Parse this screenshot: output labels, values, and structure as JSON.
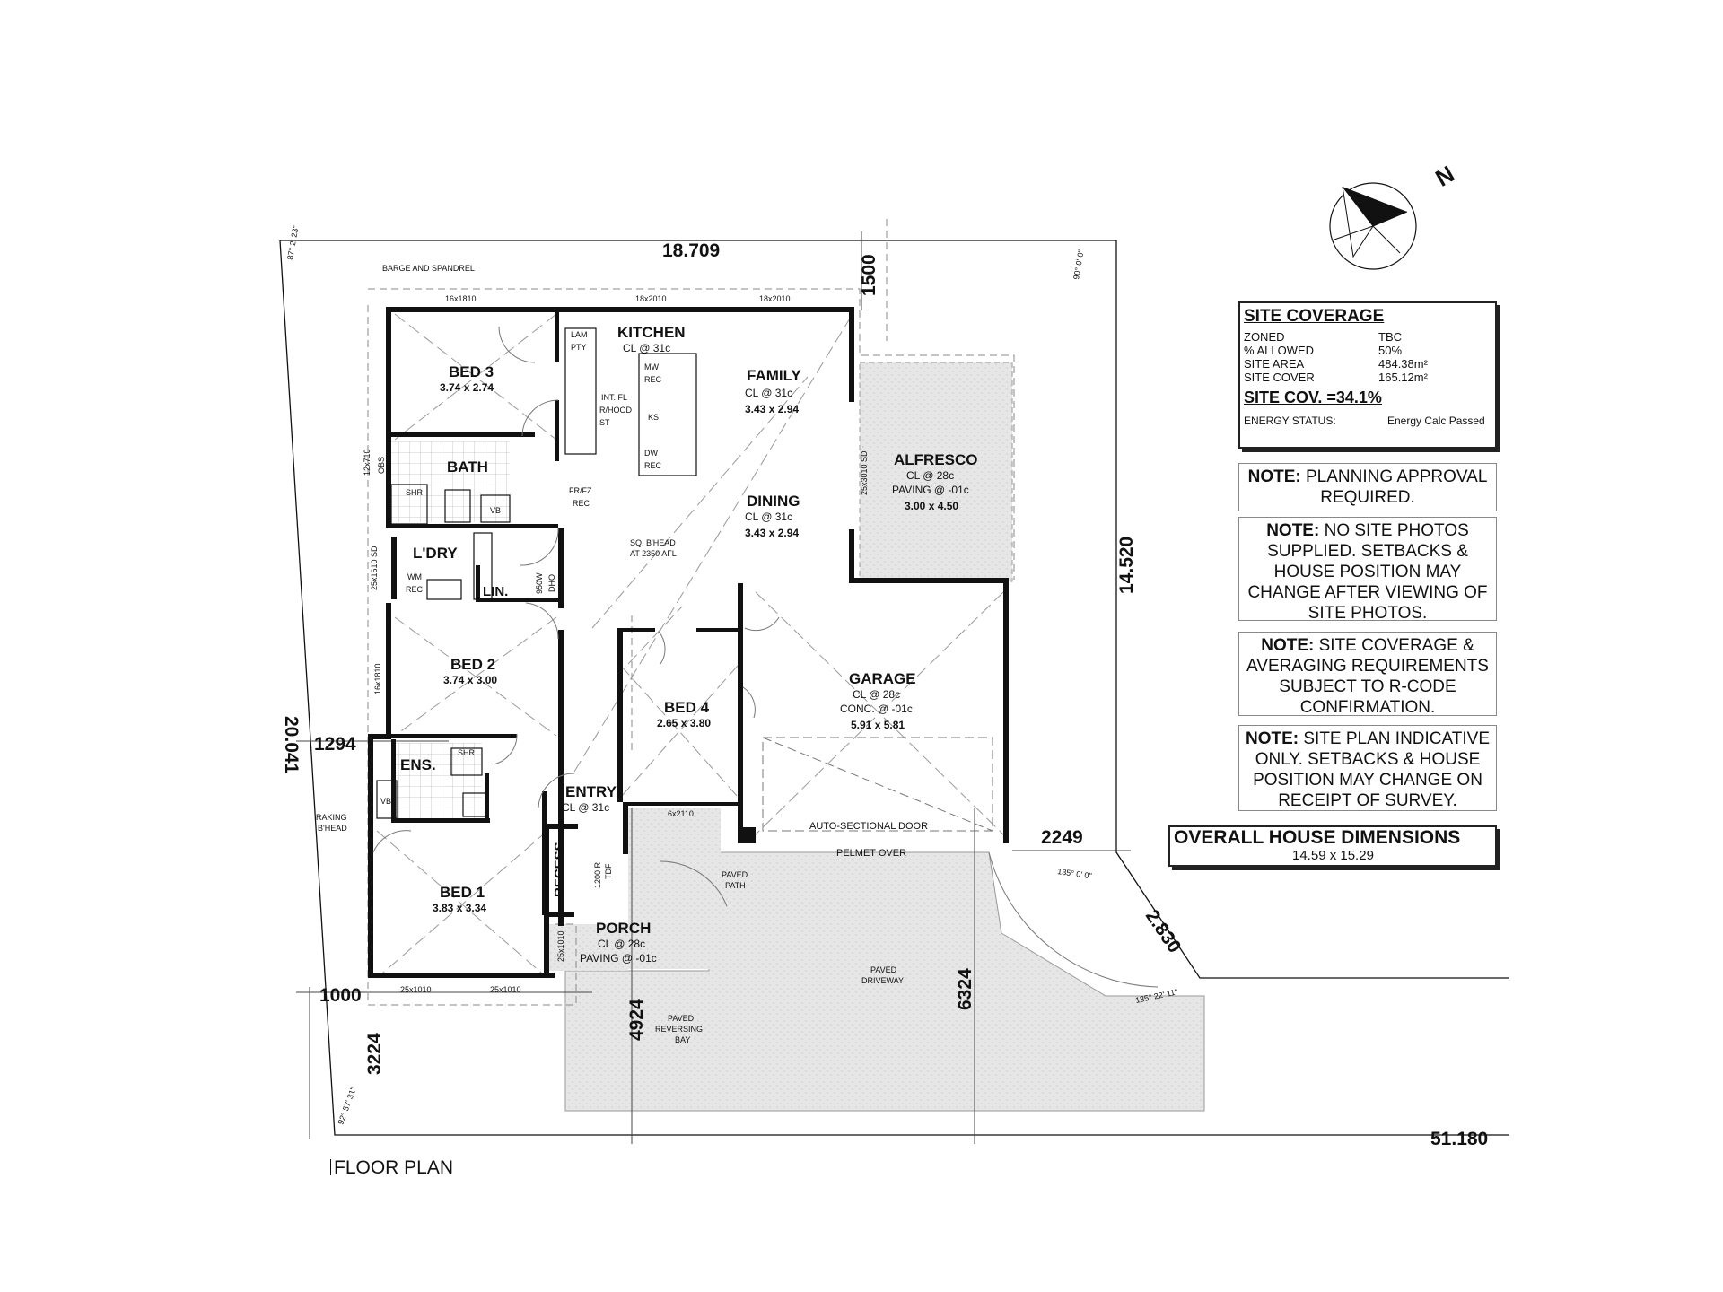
{
  "north_label": "N",
  "dimensions": {
    "top": "18.709",
    "top_right": "1500",
    "right": "14.520",
    "left": "20.041",
    "left_mid": "1294",
    "left_low": "1000",
    "left_bottom": "3224",
    "right_short": "2.830",
    "garage_right": "2249",
    "bottom_right": "51.180",
    "driveway_depth": "6324",
    "reversing_depth": "4924"
  },
  "angles": {
    "top_left": "87° 2' 23\"",
    "top_right": "90° 0' 0\"",
    "right_mid": "135° 0' 0\"",
    "right_low": "135° 22' 11\"",
    "bottom_left": "92° 57' 31\""
  },
  "labels": {
    "barge": "BARGE AND SPANDREL",
    "raking": "RAKING",
    "bhead": "B'HEAD",
    "sq_bhead": "SQ. B'HEAD",
    "sq_bhead2": "AT 2350 AFL",
    "auto_door": "AUTO-SECTIONAL DOOR",
    "pelmet": "PELMET OVER",
    "paved_path": "PAVED",
    "paved_path2": "PATH",
    "paved_driveway": "PAVED",
    "paved_driveway2": "DRIVEWAY",
    "paved_rev": "PAVED",
    "paved_rev2": "REVERSING",
    "paved_rev3": "BAY",
    "recess": "RECESS",
    "lin": "LIN.",
    "door_1200": "1200 R",
    "door_1200b": "TDF",
    "dhd": "950W",
    "dhd2": "DHO"
  },
  "windows": {
    "w_bed3": "16x1810",
    "w_kitchen": "18x2010",
    "w_family": "18x2010",
    "w_bath": "12x710",
    "w_bath2": "OBS",
    "w_ldry": "25x1610 SD",
    "w_bed2": "16x1810",
    "w_alfresco": "25x3010 SD",
    "w_bed1a": "25x1010",
    "w_bed1b": "25x1010",
    "w_porch": "25x1010",
    "w_entry": "6x2110"
  },
  "fixtures": {
    "lam": "LAM",
    "pty": "PTY",
    "mw": "MW",
    "mw_rec": "REC",
    "ks": "KS",
    "dw": "DW",
    "dw_rec": "REC",
    "int_fl": "INT. FL",
    "rhood": "R/HOOD",
    "st": "ST",
    "frfz": "FR/FZ",
    "frfz_rec": "REC",
    "shr": "SHR",
    "vb": "VB",
    "wm": "WM",
    "wm_rec": "REC",
    "ens_shr": "SHR",
    "ens_vb": "VB"
  },
  "rooms": {
    "bed3": {
      "name": "BED 3",
      "size": "3.74 x 2.74"
    },
    "kitchen": {
      "name": "KITCHEN",
      "cl": "CL @ 31c"
    },
    "family": {
      "name": "FAMILY",
      "cl": "CL @ 31c",
      "size": "3.43 x 2.94"
    },
    "bath": {
      "name": "BATH"
    },
    "alfresco": {
      "name": "ALFRESCO",
      "cl": "CL @ 28c",
      "paving": "PAVING @ -01c",
      "size": "3.00 x 4.50"
    },
    "dining": {
      "name": "DINING",
      "cl": "CL @ 31c",
      "size": "3.43 x 2.94"
    },
    "ldry": {
      "name": "L'DRY"
    },
    "bed2": {
      "name": "BED 2",
      "size": "3.74 x 3.00"
    },
    "bed4": {
      "name": "BED 4",
      "size": "2.65 x 3.80"
    },
    "garage": {
      "name": "GARAGE",
      "cl": "CL @ 28c",
      "conc": "CONC. @ -01c",
      "size": "5.91 x 5.81"
    },
    "ens": {
      "name": "ENS."
    },
    "entry": {
      "name": "ENTRY",
      "cl": "CL @ 31c"
    },
    "bed1": {
      "name": "BED 1",
      "size": "3.83 x 3.34"
    },
    "porch": {
      "name": "PORCH",
      "cl": "CL @ 28c",
      "paving": "PAVING @ -01c"
    }
  },
  "site_coverage": {
    "heading": "SITE COVERAGE",
    "rows": [
      {
        "label": "ZONED",
        "value": "TBC"
      },
      {
        "label": "% ALLOWED",
        "value": "50%"
      },
      {
        "label": "SITE AREA",
        "value": "484.38m²"
      },
      {
        "label": "SITE COVER",
        "value": "165.12m²"
      }
    ],
    "result": "SITE COV. =34.1%",
    "energy_label": "ENERGY STATUS:",
    "energy_value": "Energy Calc Passed"
  },
  "notes": [
    {
      "head": "NOTE:",
      "text": "PLANNING APPROVAL REQUIRED."
    },
    {
      "head": "NOTE:",
      "text": "NO SITE PHOTOS SUPPLIED. SETBACKS & HOUSE POSITION MAY CHANGE AFTER VIEWING OF SITE PHOTOS."
    },
    {
      "head": "NOTE:",
      "text": "SITE COVERAGE & AVERAGING REQUIREMENTS SUBJECT TO R-CODE CONFIRMATION."
    },
    {
      "head": "NOTE:",
      "text": "SITE PLAN INDICATIVE ONLY. SETBACKS & HOUSE POSITION MAY CHANGE ON RECEIPT OF SURVEY."
    }
  ],
  "overall": {
    "title": "OVERALL HOUSE DIMENSIONS",
    "value": "14.59 x 15.29"
  },
  "plan_title": "FLOOR PLAN"
}
